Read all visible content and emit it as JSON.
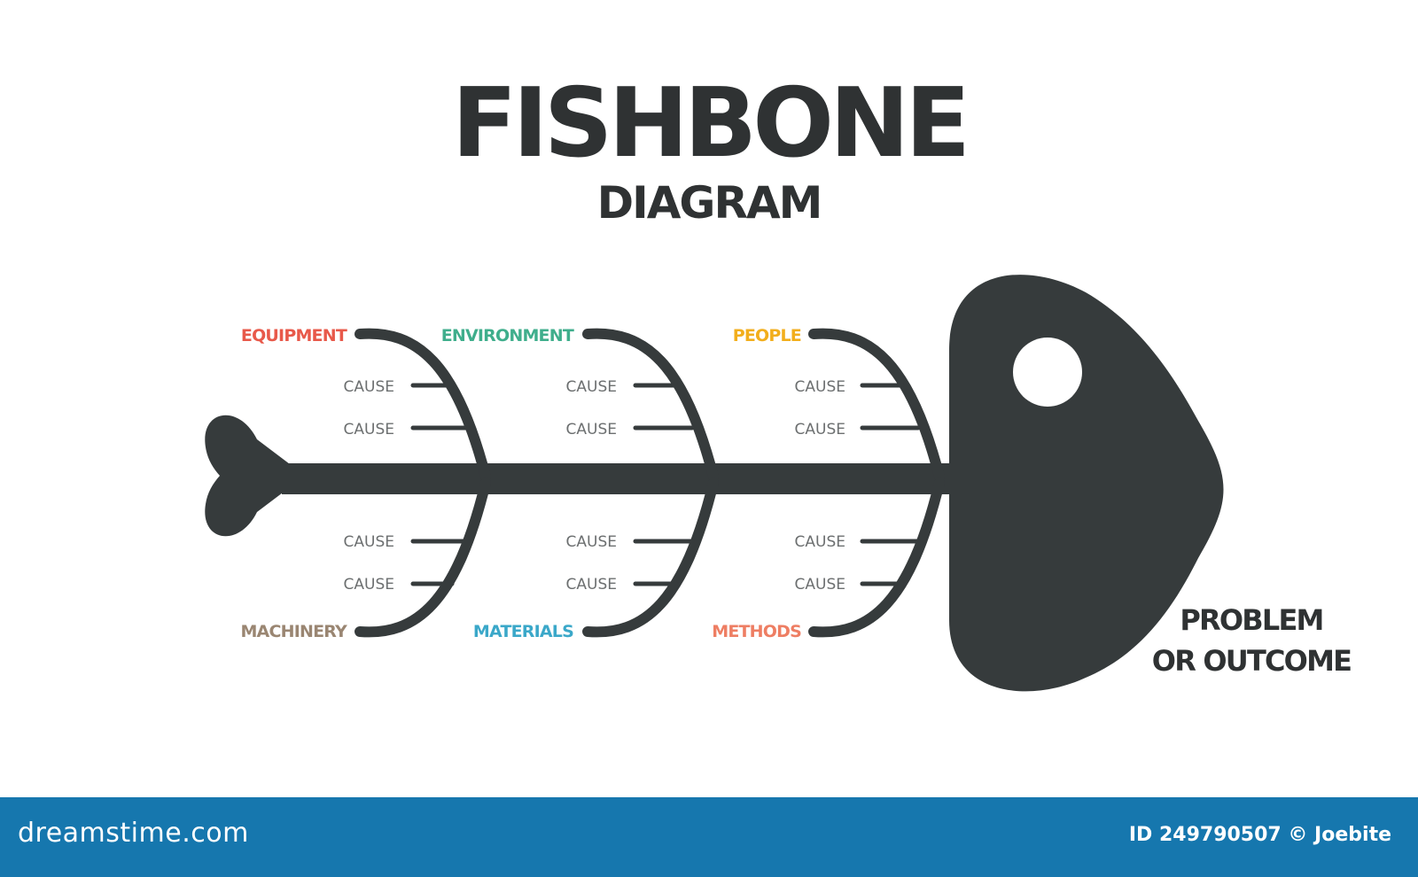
{
  "title": "FISHBONE",
  "subtitle": "DIAGRAM",
  "categories": [
    {
      "label": "EQUIPMENT",
      "color": "#e8594a"
    },
    {
      "label": "ENVIRONMENT",
      "color": "#3fae8c"
    },
    {
      "label": "PEOPLE",
      "color": "#f2ae1c"
    },
    {
      "label": "MACHINERY",
      "color": "#9a8672"
    },
    {
      "label": "MATERIALS",
      "color": "#3ba8c9"
    },
    {
      "label": "METHODS",
      "color": "#ee7e63"
    }
  ],
  "cause_label": "CAUSE",
  "outcome": {
    "line1": "PROBLEM",
    "line2": "OR OUTCOME"
  },
  "bone_color": "#363b3c",
  "footer": {
    "brand": "dreamstime.com",
    "credit": "ID 249790507 © Joebite",
    "bar_color": "#1677ae"
  }
}
